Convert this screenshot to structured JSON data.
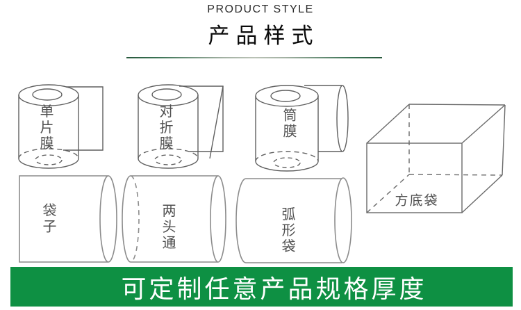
{
  "header": {
    "title_en": "PRODUCT STYLE",
    "title_zh": "产品样式"
  },
  "products": {
    "roll_single_film": "单片膜",
    "roll_folded_film": "对折膜",
    "roll_tube_film": "筒膜",
    "bag": "袋子",
    "bag_open_both_ends": "两头通",
    "bag_arc": "弧形袋",
    "bag_square_bottom": "方底袋"
  },
  "banner": {
    "text": "可定制任意产品规格厚度"
  },
  "colors": {
    "banner_green": "#0e9043",
    "divider_green_dark": "#27583c",
    "divider_green_light": "#bac2b6",
    "drawing_line_gray": "#5f5f5f",
    "bag_line_gray": "#8c8c8c",
    "label_gray": "#4f4f4f",
    "banner_text": "#ffffff"
  }
}
